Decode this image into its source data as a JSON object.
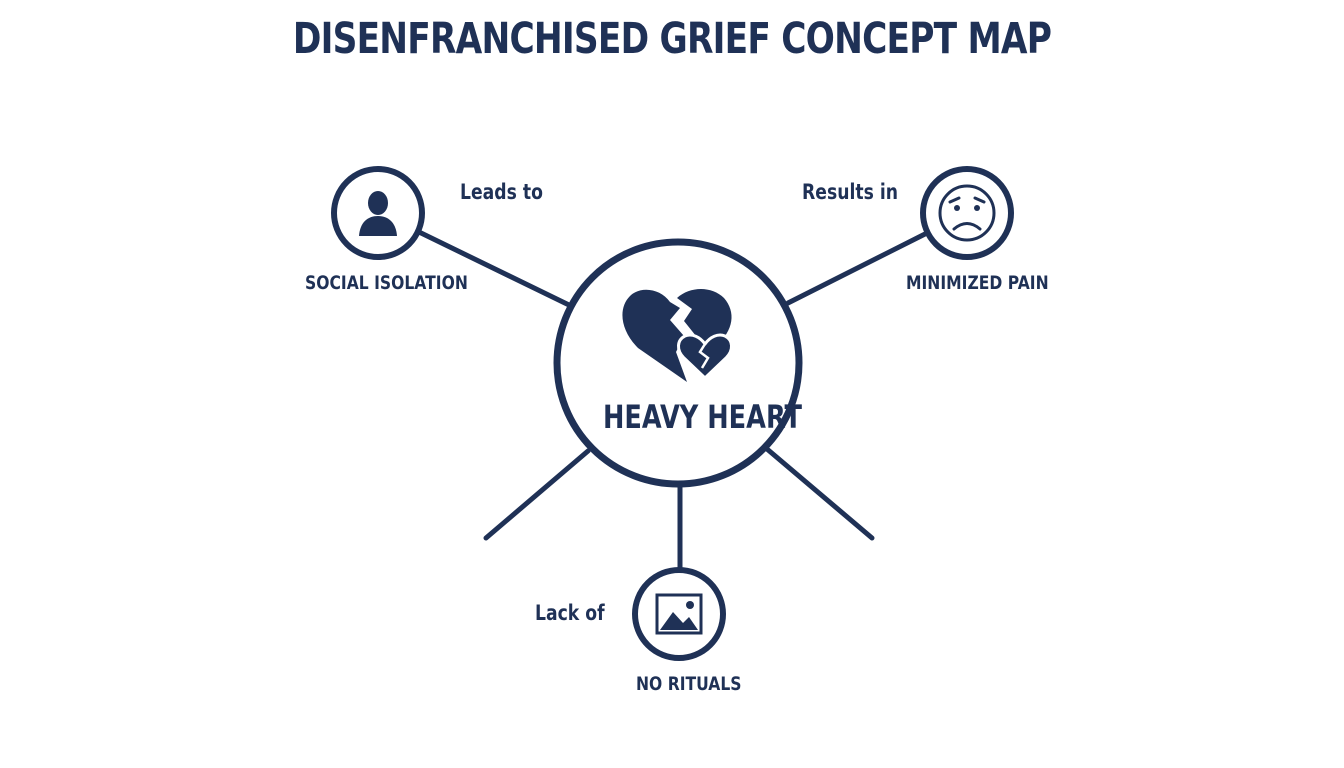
{
  "title": "DISENFRANCHISED GRIEF CONCEPT MAP",
  "colors": {
    "primary": "#1f3156",
    "background": "#ffffff"
  },
  "center": {
    "label": "HEAVY HEART",
    "icon": "broken-heart-icon"
  },
  "nodes": [
    {
      "id": "social-isolation",
      "label": "SOCIAL ISOLATION",
      "icon": "person-icon",
      "edge_label": "Leads to"
    },
    {
      "id": "minimized-pain",
      "label": "MINIMIZED PAIN",
      "icon": "sad-face-icon",
      "edge_label": "Results in"
    },
    {
      "id": "no-rituals",
      "label": "NO RITUALS",
      "icon": "image-icon",
      "edge_label": "Lack of"
    }
  ]
}
